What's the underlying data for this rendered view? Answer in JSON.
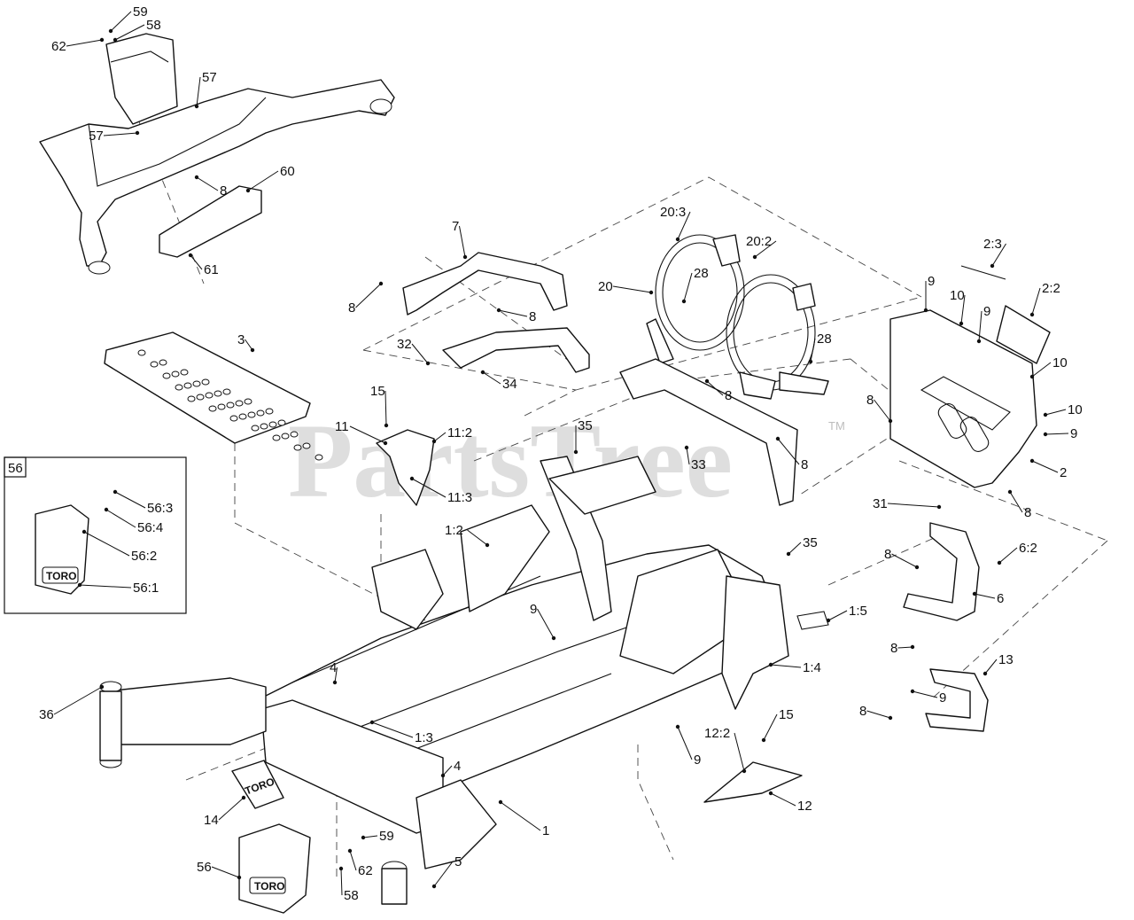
{
  "watermark": {
    "text": "PartsTree",
    "tm": "TM"
  },
  "inset": {
    "label": "56"
  },
  "logo_text": "TORO",
  "callouts": [
    "59",
    "58",
    "62",
    "57",
    "57",
    "8",
    "60",
    "61",
    "7",
    "8",
    "8",
    "3",
    "32",
    "34",
    "20:3",
    "20:2",
    "20",
    "28",
    "28",
    "8",
    "8",
    "33",
    "2:3",
    "9",
    "10",
    "9",
    "2:2",
    "10",
    "10",
    "9",
    "8",
    "2",
    "8",
    "31",
    "15",
    "11",
    "11:2",
    "11:3",
    "35",
    "1:2",
    "35",
    "8",
    "6:2",
    "6",
    "9",
    "1:5",
    "8",
    "13",
    "1:4",
    "9",
    "8",
    "56",
    "56:3",
    "56:4",
    "56:2",
    "56:1",
    "36",
    "4",
    "1:3",
    "4",
    "9",
    "15",
    "12:2",
    "12",
    "14",
    "1",
    "59",
    "56",
    "5",
    "62",
    "58"
  ]
}
